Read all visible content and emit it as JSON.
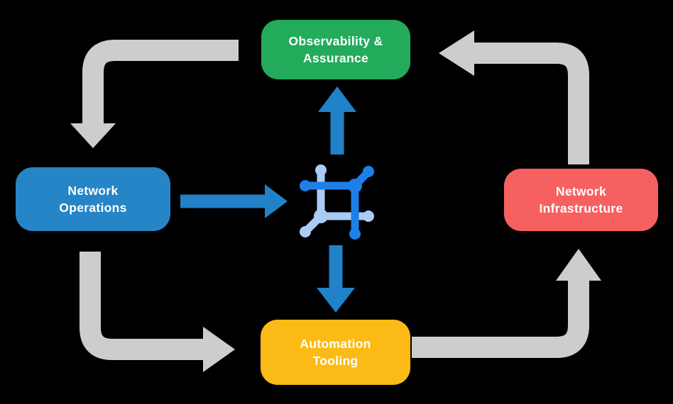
{
  "diagram": {
    "background": "#000000",
    "boxes": {
      "observability": {
        "line1": "Observability &",
        "line2": "Assurance",
        "color": "#23AB5C",
        "text_color": "#ffffff"
      },
      "operations": {
        "line1": "Network",
        "line2": "Operations",
        "color": "#2585C6",
        "text_color": "#ffffff"
      },
      "infrastructure": {
        "line1": "Network",
        "line2": "Infrastructure",
        "color": "#F76060",
        "text_color": "#ffffff"
      },
      "automation": {
        "line1": "Automation",
        "line2": "Tooling",
        "color": "#FBBA16",
        "text_color": "#ffffff"
      }
    },
    "colors": {
      "cycle_arrow_gray": "#CDCDCD",
      "flow_arrow_blue": "#2181C9",
      "icon_dark_blue": "#1E7FE9",
      "icon_light_blue": "#A9CBF4"
    },
    "icon": {
      "name": "network-mesh-icon"
    }
  }
}
